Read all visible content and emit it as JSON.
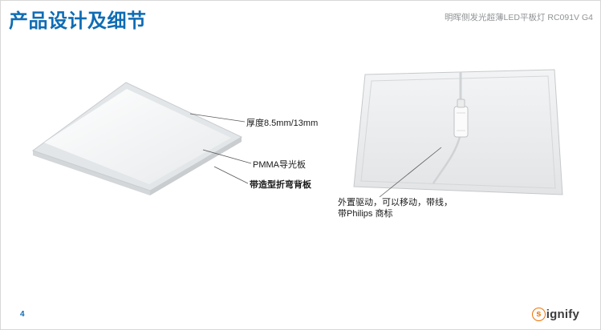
{
  "slide": {
    "title": "产品设计及细节",
    "product_name": "明晖侧发光超薄LED平板灯 RC091V G4",
    "page_number": "4"
  },
  "annotations": {
    "thickness": "厚度8.5mm/13mm",
    "light_guide": "PMMA导光板",
    "back_plate": "带造型折弯背板",
    "driver_line1": "外置驱动，可以移动，带线，",
    "driver_line2": "带Philips 商标"
  },
  "logo": {
    "s": "s",
    "rest": "ignify",
    "accent_color": "#ee7203"
  },
  "colors": {
    "title_blue": "#0f6cb4",
    "header_gray": "#8f9396",
    "callout_line": "#5a5a5a"
  }
}
